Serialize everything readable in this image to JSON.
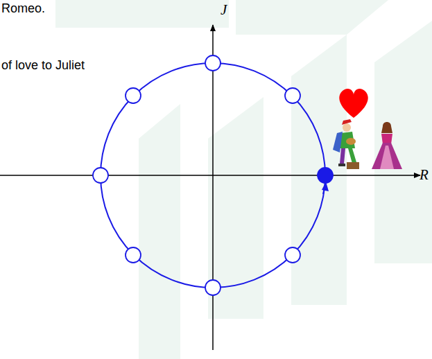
{
  "diagram": {
    "labels": [
      "Romeo.",
      "of love to Juliet",
      "J",
      "R"
    ]
  }
}
